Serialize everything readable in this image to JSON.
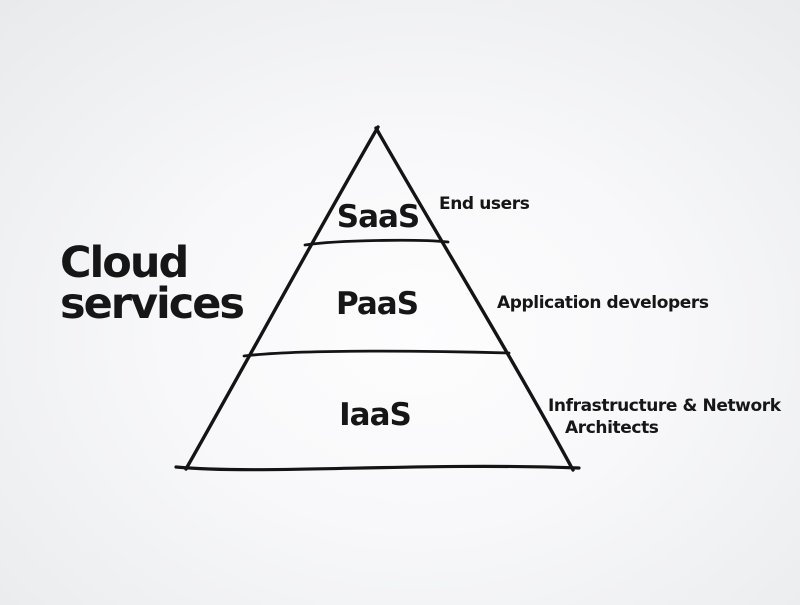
{
  "slide": {
    "title": {
      "line1": "Cloud",
      "line2": "services"
    }
  },
  "pyramid": {
    "type": "layered-triangle",
    "layers": [
      {
        "id": "saas",
        "label": "SaaS",
        "audience_lines": [
          "End users"
        ]
      },
      {
        "id": "paas",
        "label": "PaaS",
        "audience_lines": [
          "Application developers"
        ]
      },
      {
        "id": "iaas",
        "label": "IaaS",
        "audience_lines": [
          "Infrastructure & Network",
          "Architects"
        ]
      }
    ]
  },
  "colors": {
    "ink": "#141414",
    "background_center": "#fdfdfe",
    "background_edge": "#e8e9eb"
  }
}
